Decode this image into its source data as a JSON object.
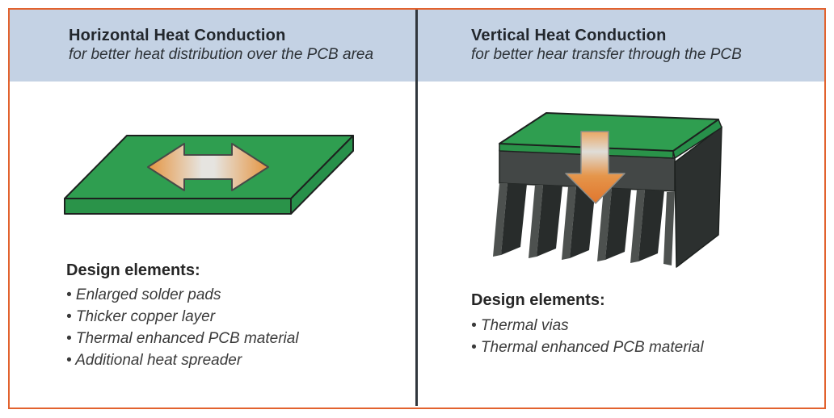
{
  "frame": {
    "border_color": "#e2622e",
    "header_bg": "#c4d2e4",
    "divider_color": "#31373d"
  },
  "panels": [
    {
      "title": "Horizontal Heat Conduction",
      "subtitle": "for better heat distribution over the PCB area",
      "design_heading": "Design elements:",
      "bullets": [
        "• Enlarged solder pads",
        "• Thicker copper layer",
        "• Thermal enhanced PCB material",
        "• Additional heat spreader"
      ]
    },
    {
      "title": "Vertical Heat Conduction",
      "subtitle": "for better hear transfer through the PCB",
      "design_heading": "Design elements:",
      "bullets": [
        "• Thermal vias",
        "• Thermal enhanced PCB material"
      ]
    }
  ],
  "colors": {
    "pcb_green_top": "#2f9e50",
    "pcb_green_front": "#2a9349",
    "pcb_green_side": "#27904a",
    "outline_dark": "#1d211f",
    "arrow_orange": "#e59440",
    "arrow_light": "#e6e4e0",
    "arrow_outline_h": "#474b48",
    "arrow_v_top": "#eaa763",
    "arrow_v_light": "#e0ddd8",
    "arrow_v_mid": "#e5954a",
    "arrow_v_bottom": "#e0762e",
    "arrow_outline_v": "#8d8d89",
    "heatsink_base": "#434746",
    "heatsink_wall": "#2c302f",
    "heatsink_fin_dark": "#282c2b",
    "heatsink_fin_light": "#4d514f"
  }
}
